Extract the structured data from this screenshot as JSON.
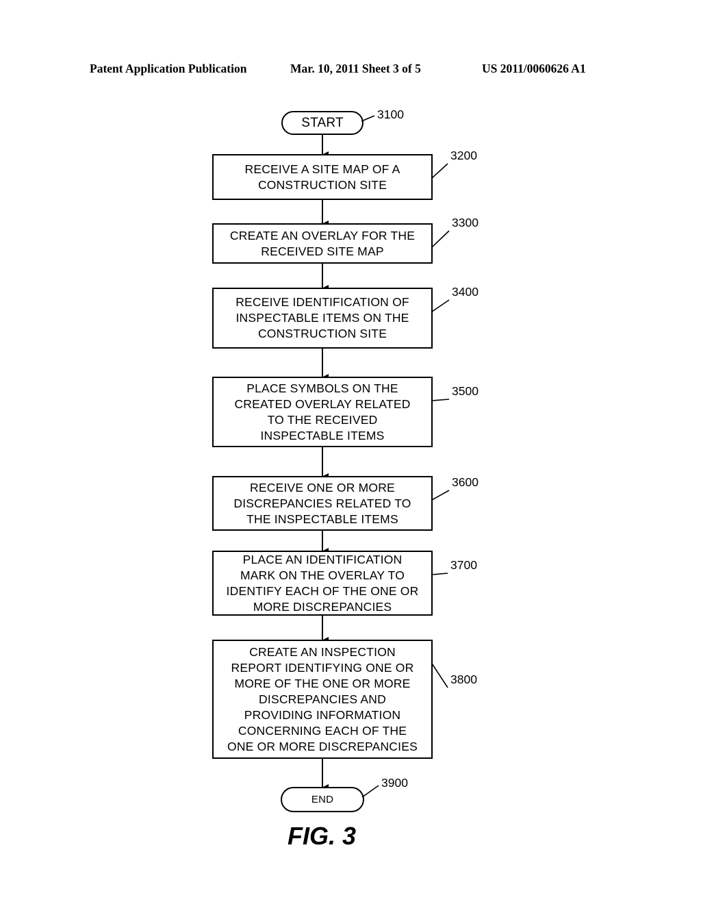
{
  "header": {
    "left": "Patent Application Publication",
    "center": "Mar. 10, 2011  Sheet 3 of 5",
    "right": "US 2011/0060626 A1"
  },
  "flow": {
    "start": {
      "label": "START",
      "ref": "3100"
    },
    "steps": [
      {
        "ref": "3200",
        "lines": [
          "RECEIVE A SITE MAP OF A",
          "CONSTRUCTION SITE"
        ]
      },
      {
        "ref": "3300",
        "lines": [
          "CREATE AN OVERLAY FOR THE",
          "RECEIVED SITE MAP"
        ]
      },
      {
        "ref": "3400",
        "lines": [
          "RECEIVE IDENTIFICATION OF",
          "INSPECTABLE ITEMS ON THE",
          "CONSTRUCTION SITE"
        ]
      },
      {
        "ref": "3500",
        "lines": [
          "PLACE SYMBOLS ON THE",
          "CREATED OVERLAY RELATED",
          "TO THE RECEIVED",
          "INSPECTABLE ITEMS"
        ]
      },
      {
        "ref": "3600",
        "lines": [
          "RECEIVE ONE OR MORE",
          "DISCREPANCIES RELATED TO",
          "THE INSPECTABLE ITEMS"
        ]
      },
      {
        "ref": "3700",
        "lines": [
          "PLACE AN IDENTIFICATION",
          "MARK ON THE OVERLAY TO",
          "IDENTIFY EACH OF THE ONE OR",
          "MORE DISCREPANCIES"
        ]
      },
      {
        "ref": "3800",
        "lines": [
          "CREATE AN INSPECTION",
          "REPORT IDENTIFYING ONE OR",
          "MORE OF THE ONE OR MORE",
          "DISCREPANCIES AND",
          "PROVIDING INFORMATION",
          "CONCERNING EACH OF THE",
          "ONE OR MORE DISCREPANCIES"
        ]
      }
    ],
    "end": {
      "label": "END",
      "ref": "3900"
    }
  },
  "figure_label": "FIG. 3"
}
